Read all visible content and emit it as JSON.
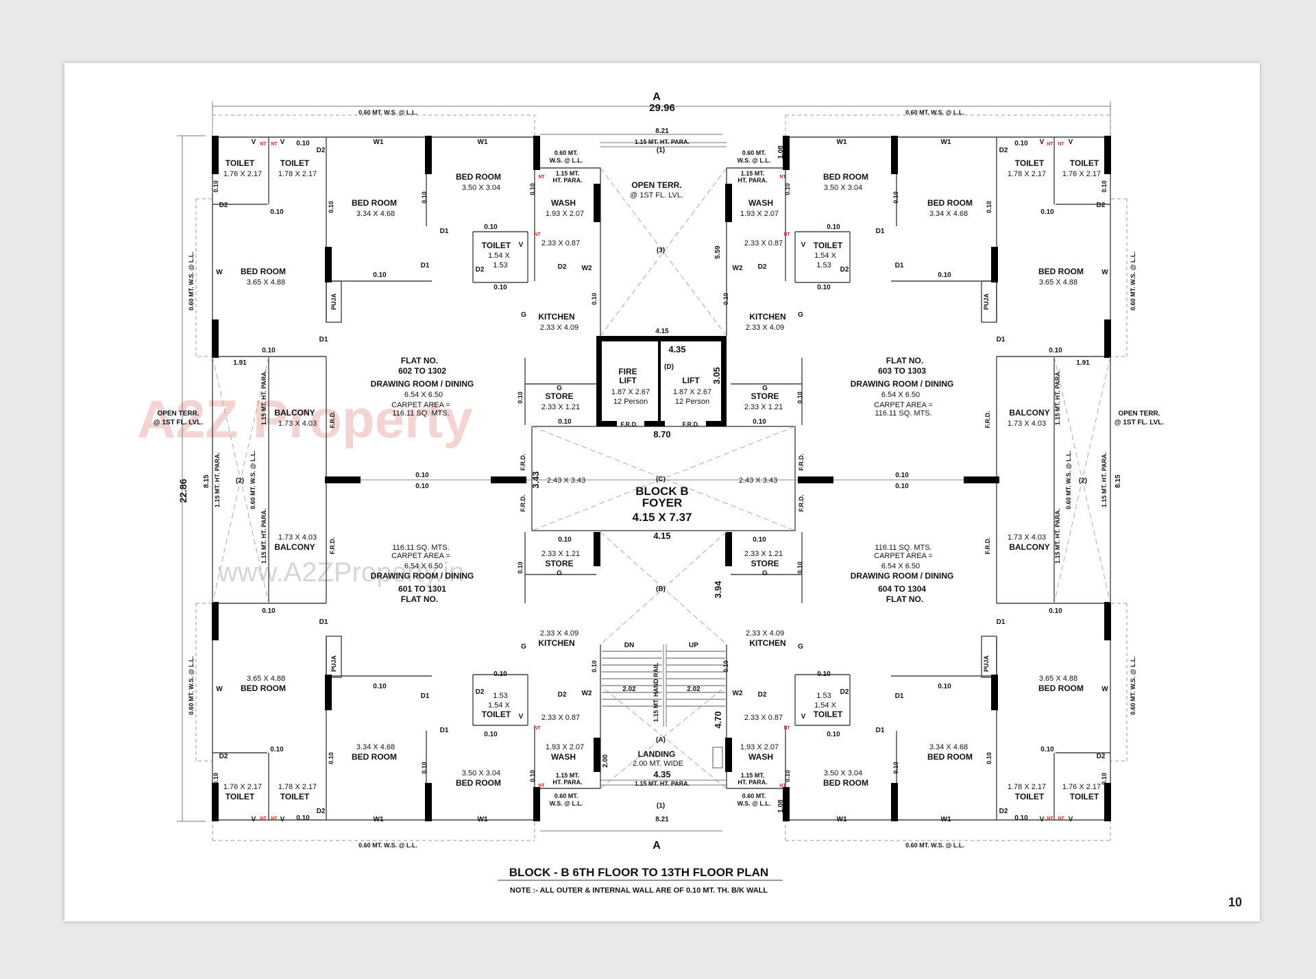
{
  "title": "BLOCK - B  6TH FLOOR TO  13TH FLOOR PLAN",
  "note": "NOTE :- ALL OUTER & INTERNAL WALL ARE OF 0.10 MT. TH. B/K WALL",
  "page_number": "10",
  "watermark": {
    "logo": "A2Z Property",
    "url": "www.A2ZProperty.in"
  },
  "colors": {
    "wall": "#000000",
    "note_red": "#d22222"
  },
  "dimensions": {
    "overall_width": "29.96",
    "overall_depth": "22.86",
    "core_width": "8.21",
    "side_depth": "8.15",
    "core_mid": "8.70",
    "w_4_15": "4.15",
    "w_4_35": "4.35",
    "h_3_05": "3.05",
    "h_3_43": "3.43",
    "h_3_94": "3.94",
    "h_4_70": "4.70",
    "h_5_59": "5.59",
    "h_1_08": "1.08",
    "h_2_00": "2.00",
    "w_1_91": "1.91",
    "w_2_02": "2.02",
    "wall": "0.10"
  },
  "section_marker": "A",
  "labels": {
    "ws_ll": "0.60 MT. W.S. @ L.L.",
    "ws_ll_short": "0.60 MT.",
    "ws_ll_short2": "W.S. @ L.L.",
    "ht_para": "1.15 MT. HT. PARA.",
    "ht_para_a": "1.15 MT.",
    "ht_para_b": "HT. PARA.",
    "open_terr": "OPEN TERR.",
    "first_fl": "@ 1ST FL. LVL.",
    "hand_rail": "1.15 MT. HAND RAIL",
    "frd": "F.R.D.",
    "puja": "PUJA",
    "dn": "DN",
    "up": "UP",
    "d1": "D1",
    "d2": "D2",
    "w1": "W1",
    "w2": "W2",
    "w": "W",
    "v": "V",
    "g": "G",
    "nt": "NT",
    "m1": "(1)",
    "m2": "(2)",
    "m3": "(3)",
    "ma": "(A)",
    "mb": "(B)",
    "mc": "(C)",
    "md": "(D)",
    "carpet": "CARPET AREA =",
    "carpet_val": "116.11 SQ. MTS."
  },
  "core": {
    "foyer_title": "BLOCK B",
    "foyer_sub": "FOYER",
    "foyer_dim": "4.15 X 7.37",
    "fire_lift_a": "FIRE",
    "fire_lift_b": "LIFT",
    "lift": "LIFT",
    "lift_dim": "1.87 X 2.67",
    "lift_cap": "12 Person",
    "landing": "LANDING",
    "landing_sub": "2.00 MT. WIDE",
    "open_terr": "OPEN TERR.",
    "foyer_side": "2.43 X 3.43"
  },
  "flats": [
    {
      "no": "602 TO 1302"
    },
    {
      "no": "603 TO 1303"
    },
    {
      "no": "601 TO 1301"
    },
    {
      "no": "604 TO 1304"
    }
  ],
  "flat_label": "FLAT NO.",
  "room_names": {
    "toilet": "TOILET",
    "bedroom": "BED ROOM",
    "wash": "WASH",
    "kitchen": "KITCHEN",
    "store": "STORE",
    "balcony": "BALCONY",
    "drawing": "DRAWING ROOM / DINING"
  },
  "room_dims": {
    "toilet_a": "1.76 X 2.17",
    "toilet_b": "1.78 X 2.17",
    "toilet_c": "1.54 X",
    "toilet_c2": "1.53",
    "bed_master": "3.65 X 4.88",
    "bed_a": "3.34 X 4.68",
    "bed_b": "3.50 X 3.04",
    "wash": "1.93 X 2.07",
    "duct": "2.33 X 0.87",
    "kitchen": "2.33 X 4.09",
    "store": "2.33 X 1.21",
    "balcony": "1.73 X 4.03",
    "drawing": "6.54 X 6.50"
  }
}
